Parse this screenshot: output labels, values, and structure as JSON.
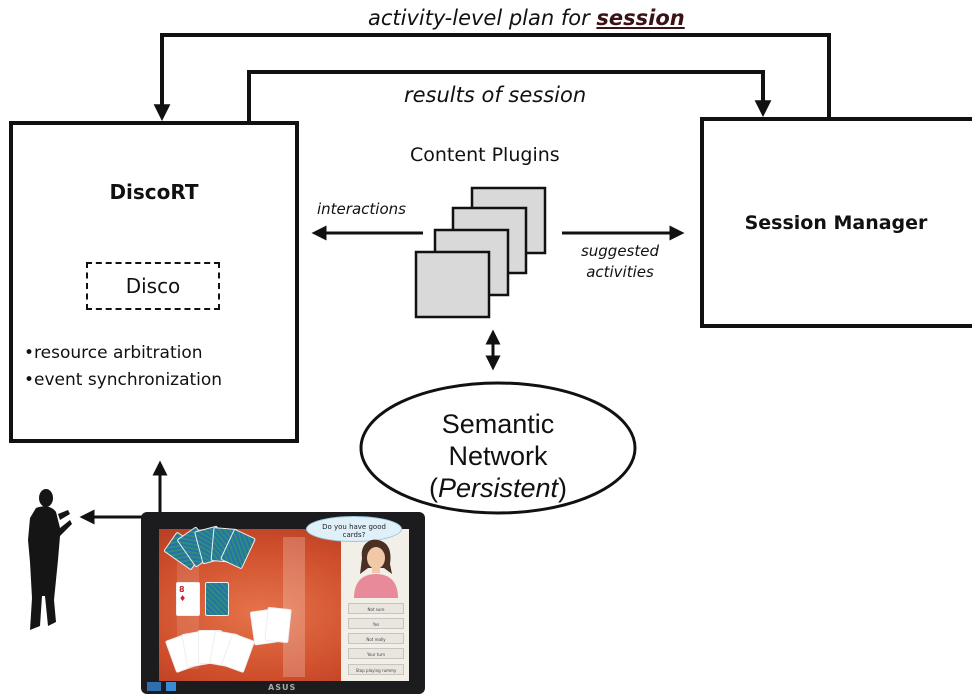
{
  "top_plan_label": {
    "pre": "activity-level plan for ",
    "emph": "session"
  },
  "results_label": "results of session",
  "discort": {
    "title": "DiscoRT",
    "inner_box": "Disco",
    "bullets": [
      "resource arbitration",
      "event synchronization"
    ]
  },
  "content_plugins": "Content Plugins",
  "interactions_label": "interactions",
  "suggested_label": {
    "line1": "suggested",
    "line2": "activities"
  },
  "session_manager": "Session Manager",
  "semantic_network": {
    "line1": "Semantic",
    "line2": "Network",
    "line3": "Persistent"
  },
  "tablet": {
    "speech_bubble": "Do you have good cards?",
    "replies": [
      "Not sure",
      "Yes",
      "Not really",
      "Your turn",
      "Stop playing rummy"
    ],
    "brand": "ASUS"
  },
  "colors": {
    "line": "#111111",
    "plugin_fill": "#d9d9d9",
    "screen_red": "#cf4e2c",
    "card_back": "#2a8f7d"
  }
}
